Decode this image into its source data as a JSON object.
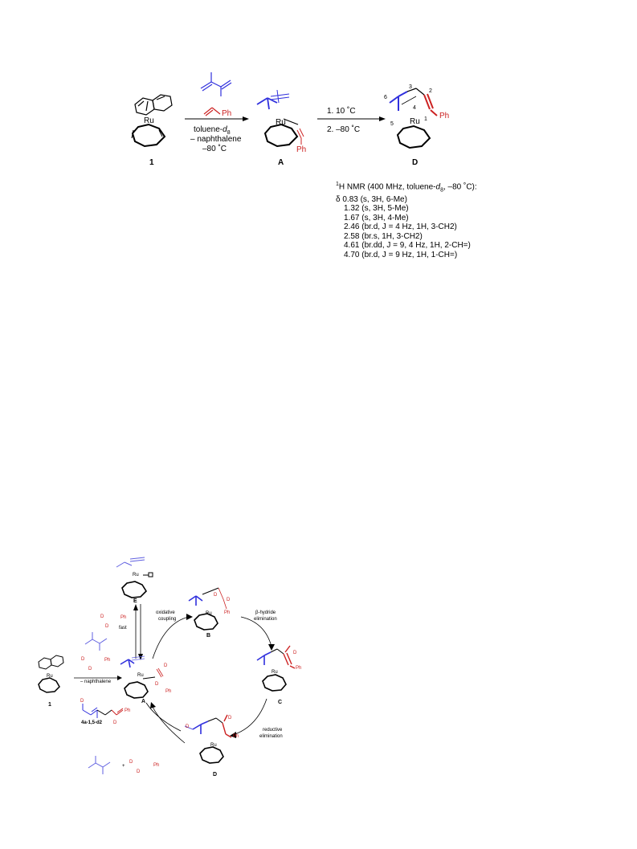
{
  "scheme1": {
    "reagent_top": "Ph",
    "conditions_left": [
      "toluene-d8",
      "– naphthalene",
      "–80 ˚C"
    ],
    "solvent_main": "toluene-",
    "solvent_sub": "8",
    "conditions_right": [
      "1. 10 ˚C",
      "2. –80 ˚C"
    ],
    "compound_labels": [
      "1",
      "A",
      "D"
    ],
    "ru_label": "Ru",
    "ph_label": "Ph",
    "numbering": [
      "1",
      "2",
      "3",
      "4",
      "5",
      "6"
    ]
  },
  "nmr": {
    "header_pre": "H NMR (400 MHz, toluene-",
    "header_sup": "1",
    "header_d": "d",
    "header_dsub": "8",
    "header_post": ", –80 ˚C):",
    "delta": "δ",
    "lines": [
      "0.83 (s, 3H, 6-Me)",
      "1.32 (s, 3H, 5-Me)",
      "1.67 (s, 3H, 4-Me)",
      "2.46 (br.d, J = 4 Hz, 1H, 3-CH2)",
      "2.58 (br.s, 1H, 3-CH2)",
      "4.61 (br.dd, J = 9, 4 Hz, 1H, 2-CH=)",
      "4.70 (br.d, J = 9 Hz, 1H, 1-CH=)"
    ]
  },
  "scheme2": {
    "labels": {
      "E": "E",
      "B": "B",
      "C": "C",
      "A": "A",
      "D": "D",
      "one": "1",
      "product": "4a-1,5-d2"
    },
    "steps": {
      "fast": "fast",
      "naphthalene": "– naphthalene",
      "oxidative": [
        "oxidative",
        "coupling"
      ],
      "beta": [
        "β-hydride",
        "elimination"
      ],
      "reductive": [
        "reductive",
        "elimination"
      ]
    },
    "atoms": {
      "D": "D",
      "Ph": "Ph",
      "Ru": "Ru",
      "plus": "+"
    }
  }
}
